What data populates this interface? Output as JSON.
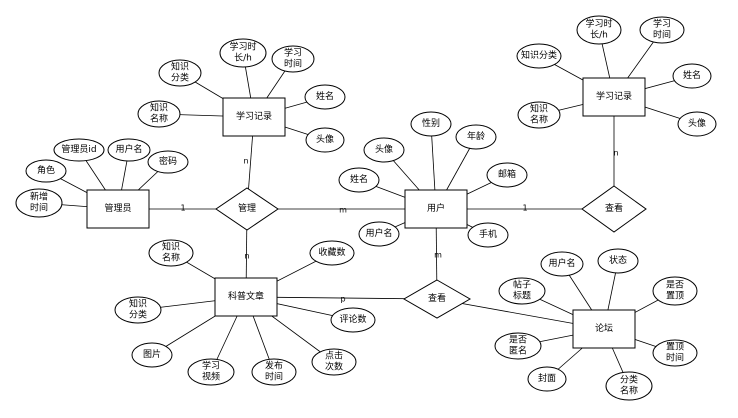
{
  "entities": {
    "manager": "管理员",
    "user": "用户",
    "article": "科普文章",
    "forum": "论坛",
    "record_top": "学习记录",
    "record_right": "学习记录"
  },
  "relationships": {
    "manage": "管理",
    "view_forum": "查看",
    "view_article": "查看",
    "view_record": "查看"
  },
  "attributes": {
    "manager": [
      "角色",
      "管理员id",
      "用户名",
      "密码",
      "新增时间"
    ],
    "record_top": [
      "知识分类",
      "学习时长/h",
      "学习时间",
      "姓名",
      "知识名称",
      "头像"
    ],
    "record_right": [
      "知识分类",
      "学习时长/h",
      "学习时间",
      "姓名",
      "知识名称",
      "头像"
    ],
    "user": [
      "性别",
      "年龄",
      "头像",
      "姓名",
      "邮箱",
      "用户名",
      "手机"
    ],
    "article": [
      "知识名称",
      "收藏数",
      "知识分类",
      "评论数",
      "图片",
      "学习视频",
      "发布时间",
      "点击次数"
    ],
    "forum": [
      "用户名",
      "状态",
      "帖子标题",
      "是否置顶",
      "是否匿名",
      "置顶时间",
      "封面",
      "分类名称"
    ]
  },
  "cardinalities": {
    "manager_manage": "1",
    "manage_user": "m",
    "manage_record": "n",
    "manage_article": "n",
    "user_view_record": "1",
    "view_record_record": "n",
    "user_view_article": "m",
    "article_view_article": "p"
  }
}
